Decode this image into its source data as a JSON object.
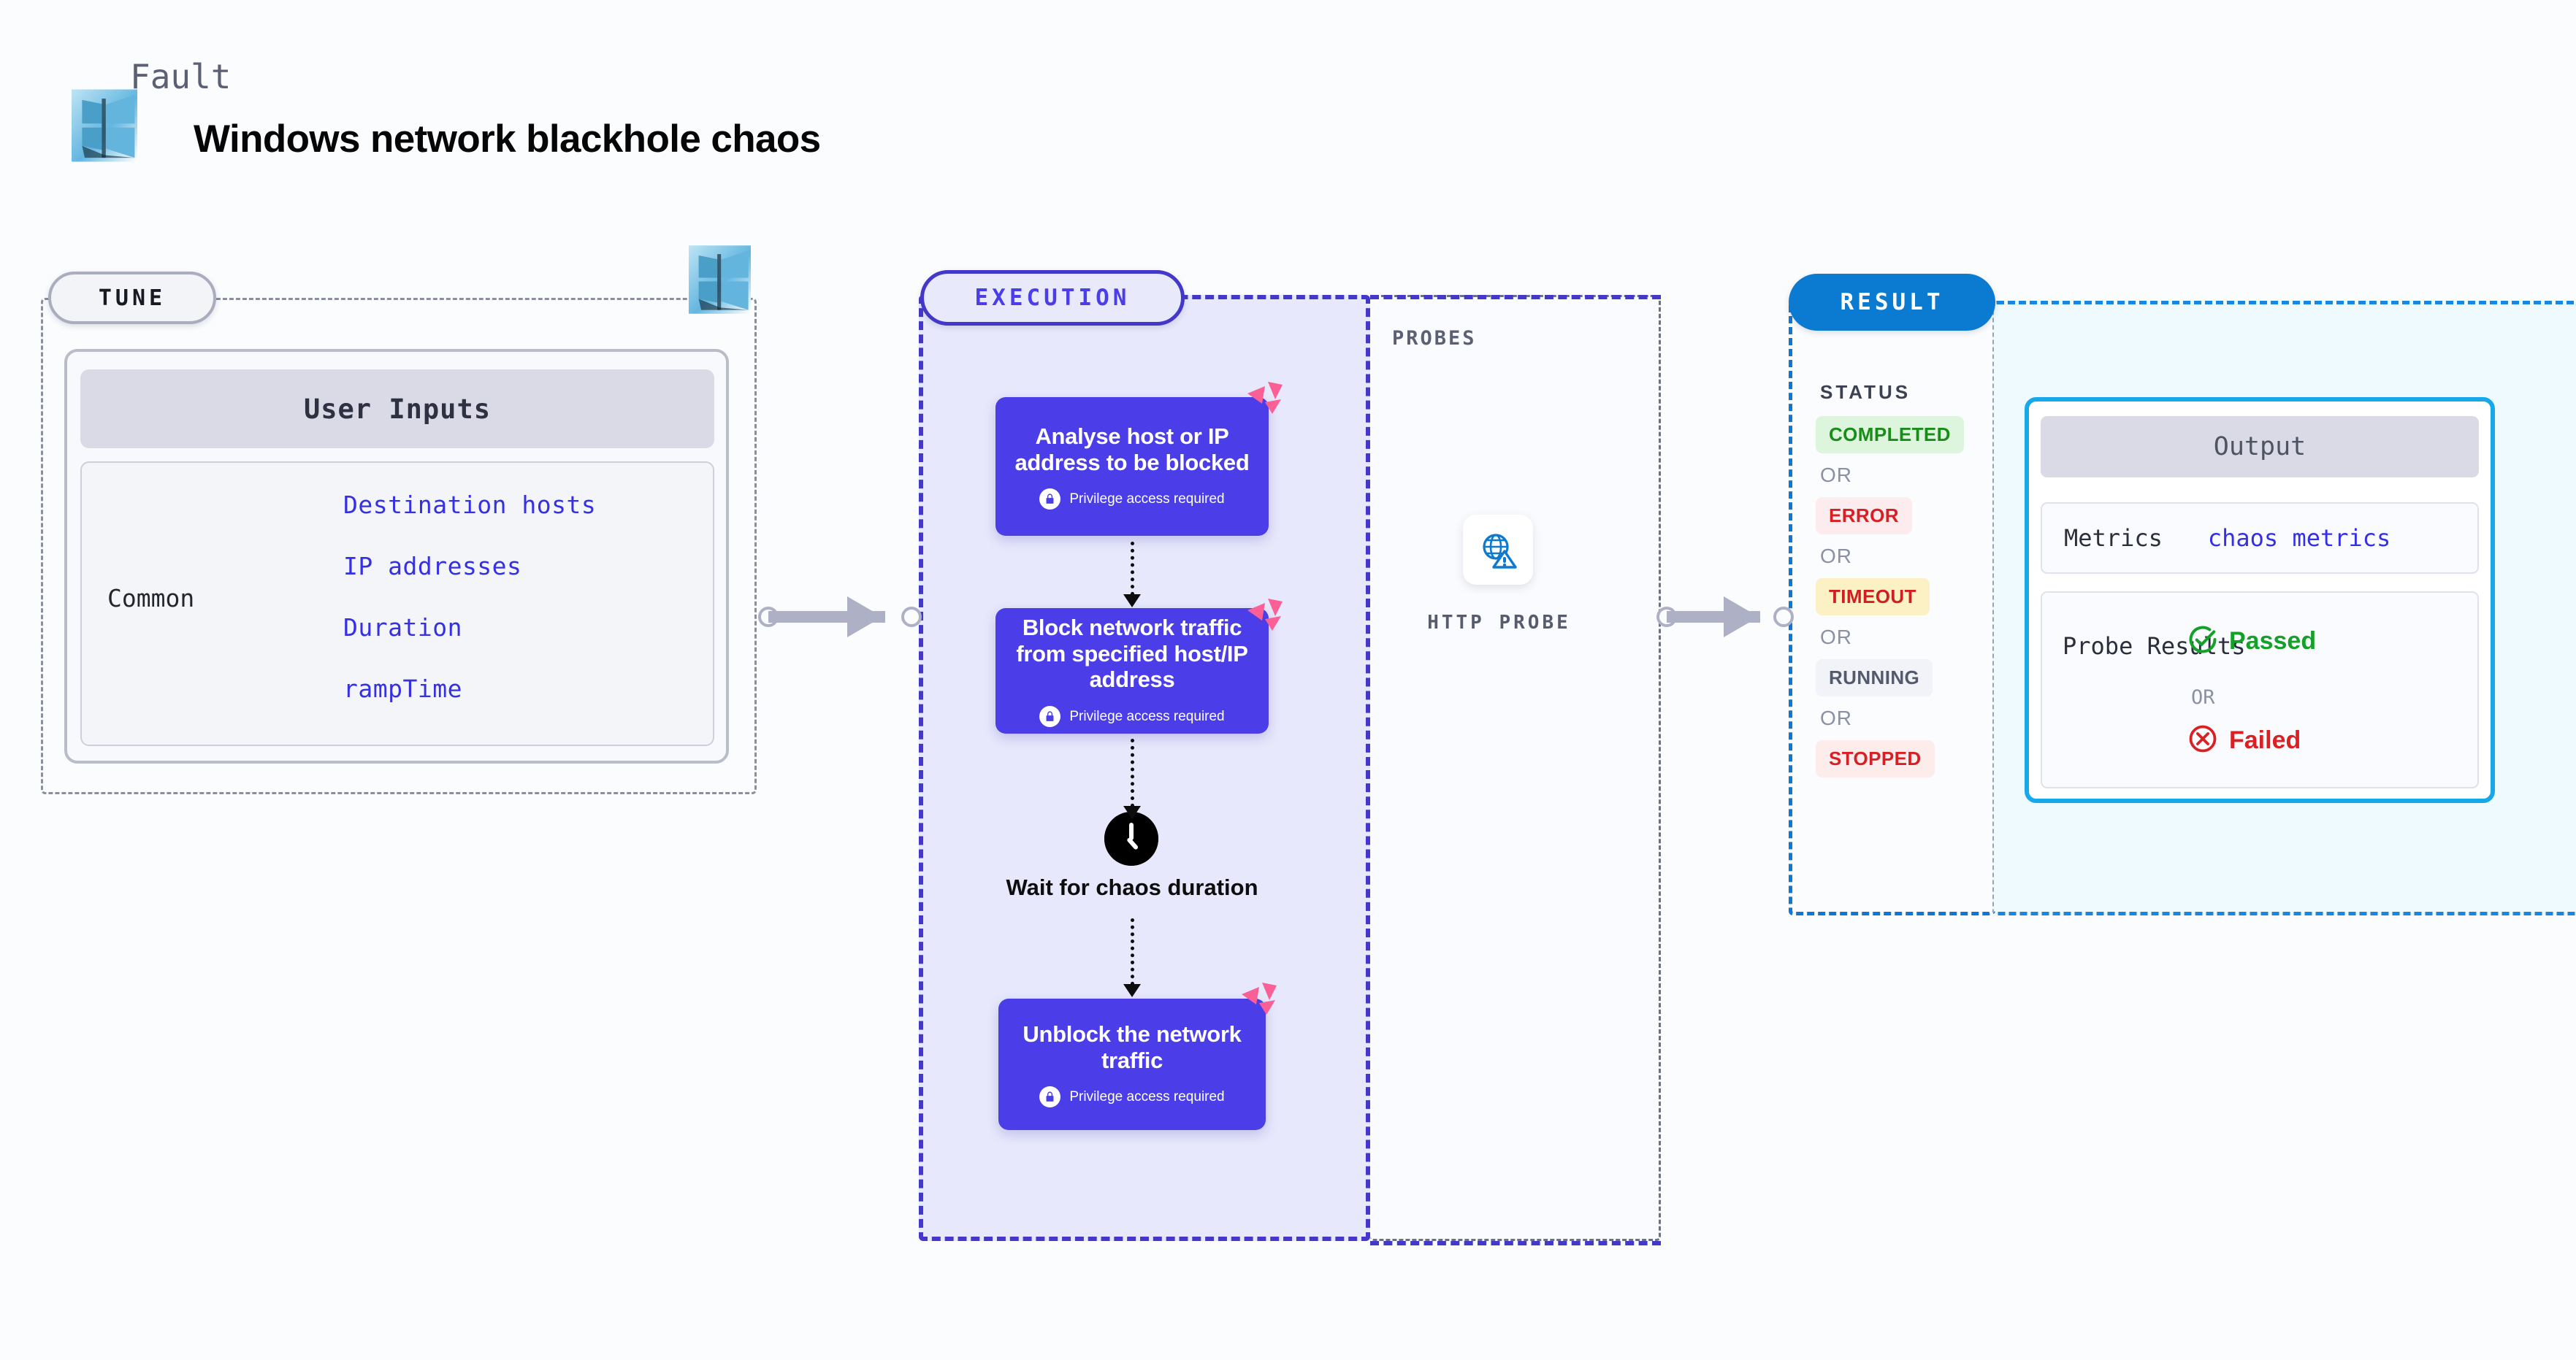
{
  "header": {
    "kicker": "Fault",
    "title": "Windows network blackhole chaos",
    "platform_icon": "windows-logo-icon"
  },
  "tune": {
    "pill_label": "TUNE",
    "card_title": "User Inputs",
    "group_label": "Common",
    "inputs": [
      "Destination hosts",
      "IP addresses",
      "Duration",
      "rampTime"
    ],
    "platform_icon": "windows-logo-icon"
  },
  "execution": {
    "pill_label": "EXECUTION",
    "privilege_note": "Privilege access required",
    "steps": [
      {
        "title": "Analyse host or IP address to be blocked",
        "privileged": true,
        "badge_icon": "litmus-chaos-icon"
      },
      {
        "title": "Block network traffic from specified host/IP address",
        "privileged": true,
        "badge_icon": "litmus-chaos-icon"
      },
      {
        "title": "Unblock the network traffic",
        "privileged": true,
        "badge_icon": "litmus-chaos-icon"
      }
    ],
    "wait_node": {
      "icon": "clock-icon",
      "label": "Wait for chaos duration"
    }
  },
  "probes": {
    "section_label": "PROBES",
    "items": [
      {
        "icon": "globe-warning-icon",
        "caption": "HTTP PROBE"
      }
    ]
  },
  "result": {
    "pill_label": "RESULT",
    "status_heading": "STATUS",
    "or_label": "OR",
    "statuses": [
      {
        "label": "COMPLETED",
        "style": "b-completed"
      },
      {
        "label": "ERROR",
        "style": "b-error"
      },
      {
        "label": "TIMEOUT",
        "style": "b-timeout"
      },
      {
        "label": "RUNNING",
        "style": "b-running"
      },
      {
        "label": "STOPPED",
        "style": "b-stopped"
      }
    ],
    "output": {
      "title": "Output",
      "metrics_label": "Metrics",
      "metrics_value": "chaos metrics",
      "probe_results_label": "Probe Results",
      "or_label": "OR",
      "passed_label": "Passed",
      "failed_label": "Failed",
      "passed_icon": "check-circle-icon",
      "failed_icon": "x-circle-icon"
    }
  },
  "colors": {
    "execution_accent": "#4b3ee8",
    "result_accent": "#0b7ad1",
    "output_border": "#16a8ea",
    "litmus_pink": "#fa5f96",
    "passed_green": "#15a029",
    "failed_red": "#da2020",
    "input_blue": "#3530e4"
  }
}
